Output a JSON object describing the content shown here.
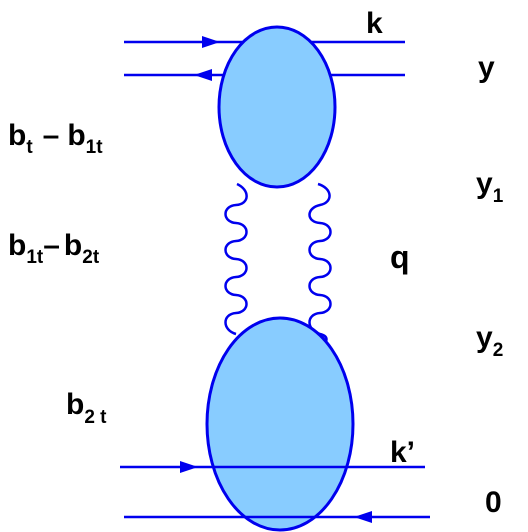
{
  "labels": {
    "k": "k",
    "k_prime": "k’",
    "y": "y",
    "y1": {
      "main": "y",
      "sub": "1"
    },
    "y2": {
      "main": "y",
      "sub": "2"
    },
    "zero": "0",
    "q": "q",
    "bt_minus_b1t": {
      "b": "b",
      "t": "t",
      "minus": "–",
      "b1": "b",
      "sub1t": "1t"
    },
    "b1t_minus_b2t": {
      "b1": "b",
      "sub1t": "1t",
      "minus": "–",
      "b2": "b",
      "sub2t": "2t"
    },
    "b2t": {
      "b": "b",
      "sub": "2 t"
    }
  },
  "colors": {
    "line": "#0000ee",
    "blob_fill": "#88ccff",
    "text": "#000000"
  }
}
